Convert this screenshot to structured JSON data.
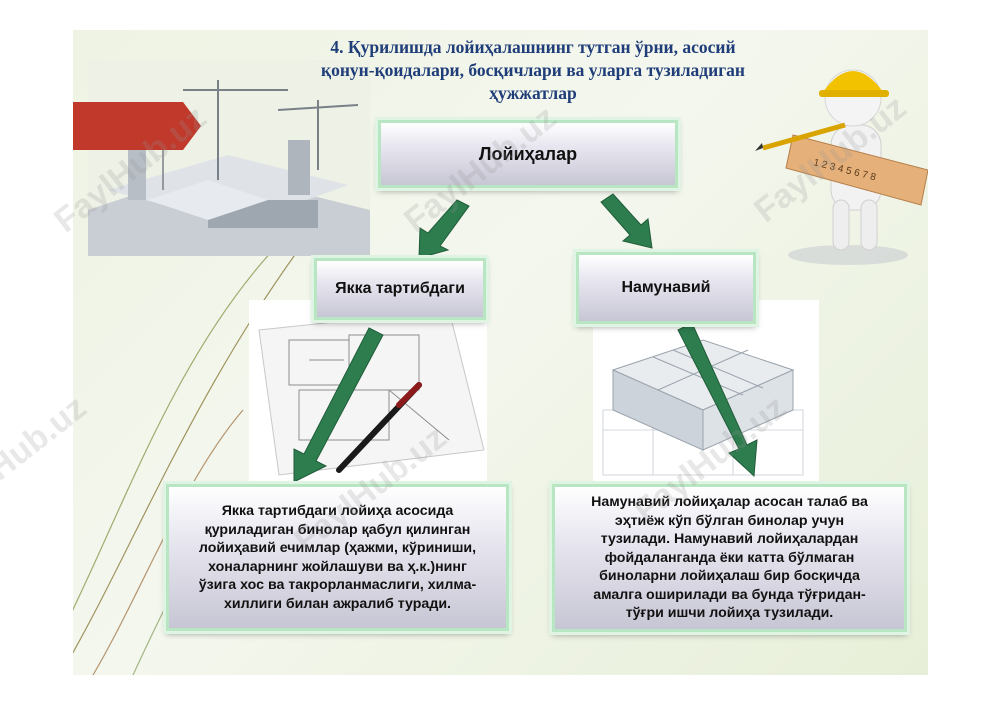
{
  "title_lines": [
    "4. Қурилишда лойиҳалашнинг тутган ўрни, асосий",
    "қонун-қоидалари, босқичлари ва уларга тузиладиган",
    "ҳужжатлар"
  ],
  "nodes": {
    "root": "Лойиҳалар",
    "left": "Якка тартибдаги",
    "right": "Намунавий"
  },
  "descriptions": {
    "left_lines": [
      "Якка тартибдаги лойиҳа асосида",
      "қуриладиган бинолар қабул қилинган",
      "лойиҳавий ечимлар (ҳажми, кўриниши,",
      "хоналарнинг жойлашуви ва ҳ.к.)нинг",
      "ўзига хос ва такрорланмаслиги, хилма-",
      "хиллиги билан ажралиб туради."
    ],
    "right_lines": [
      "Намунавий  лойиҳалар асосан талаб ва",
      "эҳтиёж кўп бўлган бинолар учун",
      "тузилади. Намунавий лойиҳалардан",
      "фойдаланганда ёки катта бўлмаган",
      "биноларни лойиҳалаш бир босқичда",
      "амалга оширилади ва бунда тўғридан-",
      "тўғри ишчи лойиҳа тузилади."
    ]
  },
  "watermark_text": "FaylHub.uz",
  "ruler_digits": "1 2 3 4 5 6 7 8",
  "colors": {
    "title": "#1f3d78",
    "arrow": "#2e7d4f",
    "flag": "#c0392b",
    "box_border": "#b9e6c2",
    "deco_lines": "#8a7b3a"
  }
}
